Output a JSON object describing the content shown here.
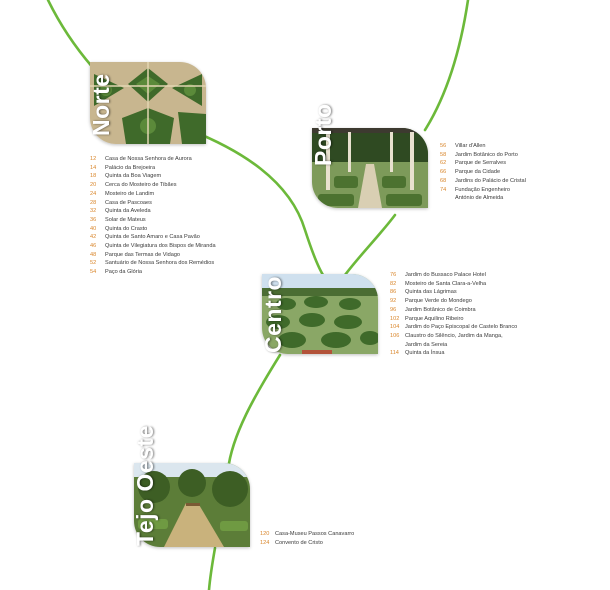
{
  "colors": {
    "vine": "#6cb93a",
    "page_number": "#d9862b",
    "entry_text": "#3a3a3a"
  },
  "regions": [
    {
      "key": "norte",
      "title": "Norte",
      "photo": "geometric-box-hedge-parterre",
      "entries": [
        {
          "page": "12",
          "name": "Casa de Nossa Senhora de Aurora"
        },
        {
          "page": "14",
          "name": "Palácio da Brejoeira"
        },
        {
          "page": "18",
          "name": "Quinta da Boa Viagem"
        },
        {
          "page": "20",
          "name": "Cerca do Mosteiro de Tibães"
        },
        {
          "page": "24",
          "name": "Mosteiro de Landim"
        },
        {
          "page": "28",
          "name": "Casa de Pascoaes"
        },
        {
          "page": "32",
          "name": "Quinta da Aveleda"
        },
        {
          "page": "36",
          "name": "Solar de Mateus"
        },
        {
          "page": "40",
          "name": "Quinta do Crasto"
        },
        {
          "page": "42",
          "name": "Quinta de Santo Amaro e Casa Pavão"
        },
        {
          "page": "46",
          "name": "Quinta de Vilegiatura dos Bispos de Miranda"
        },
        {
          "page": "48",
          "name": "Parque das Termas de Vidago"
        },
        {
          "page": "52",
          "name": "Santuário de Nossa Senhora dos Remédios"
        },
        {
          "page": "54",
          "name": "Paço da Glória"
        }
      ]
    },
    {
      "key": "porto",
      "title": "Porto",
      "photo": "formal-garden-with-pergola",
      "entries": [
        {
          "page": "56",
          "name": "Villar d'Allen"
        },
        {
          "page": "58",
          "name": "Jardim Botânico do Porto"
        },
        {
          "page": "62",
          "name": "Parque de Serralves"
        },
        {
          "page": "66",
          "name": "Parque da Cidade"
        },
        {
          "page": "68",
          "name": "Jardins do Palácio de Cristal"
        },
        {
          "page": "74",
          "name": "Fundação Engenheiro\nAntónio de Almeida"
        }
      ]
    },
    {
      "key": "centro",
      "title": "Centro",
      "photo": "topiary-terraced-garden",
      "entries": [
        {
          "page": "76",
          "name": "Jardim do Bussaco Palace Hotel"
        },
        {
          "page": "82",
          "name": "Mosteiro de Santa Clara-a-Velha"
        },
        {
          "page": "86",
          "name": "Quinta das Lágrimas"
        },
        {
          "page": "92",
          "name": "Parque Verde do Mondego"
        },
        {
          "page": "96",
          "name": "Jardim Botânico de Coimbra"
        },
        {
          "page": "102",
          "name": "Parque Aquilino Ribeiro"
        },
        {
          "page": "104",
          "name": "Jardim do Paço Episcopal de Castelo Branco"
        },
        {
          "page": "106",
          "name": "Claustro do Silêncio, Jardim da Manga,\nJardim da Sereia"
        },
        {
          "page": "114",
          "name": "Quinta da Ínsua"
        }
      ]
    },
    {
      "key": "tejo-oeste",
      "title": "Tejo Oeste",
      "photo": "tree-lined-garden-path",
      "entries": [
        {
          "page": "120",
          "name": "Casa-Museu Passos Canavarro"
        },
        {
          "page": "124",
          "name": "Convento de Cristo"
        }
      ]
    }
  ]
}
